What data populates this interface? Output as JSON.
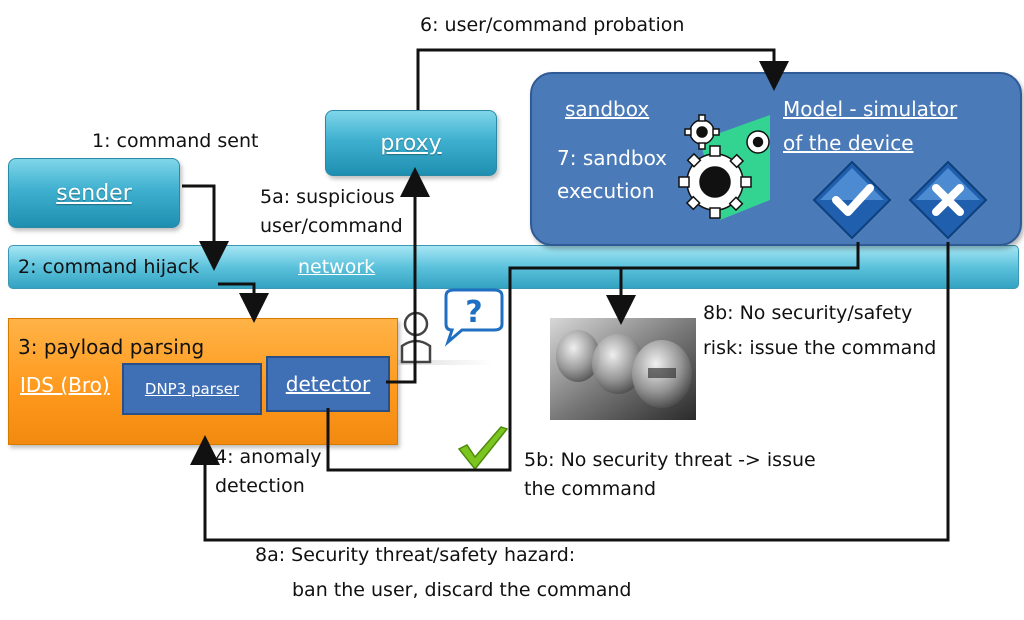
{
  "nodes": {
    "sender": "sender",
    "proxy": "proxy",
    "network": "network",
    "sandbox_title": "sandbox",
    "model_line1": "Model - simulator",
    "model_line2": "of the device",
    "sandbox_exec_line1": "7: sandbox",
    "sandbox_exec_line2": "execution",
    "ids_title": "3: payload parsing",
    "ids_name": "IDS (Bro)",
    "dnp3_parser": "DNP3 parser",
    "detector": "detector"
  },
  "steps": {
    "s1": "1: command sent",
    "s2": "2: command hijack",
    "s4_line1": "4: anomaly",
    "s4_line2": "detection",
    "s5a_line1": "5a: suspicious",
    "s5a_line2": "user/command",
    "s5b_line1": "5b: No security threat -> issue",
    "s5b_line2": "the command",
    "s6": "6: user/command probation",
    "s8a_line1": "8a: Security threat/safety hazard:",
    "s8a_line2": "ban the user, discard the command",
    "s8b_line1": "8b: No security/safety",
    "s8b_line2": "risk: issue the command"
  },
  "colors": {
    "teal": "#3fb0cf",
    "orange": "#ff9a1e",
    "sandbox_blue": "#4a7ab8",
    "inner_blue": "#3f6fb5",
    "check_green": "#7cc520",
    "approve_blue": "#2a6fc2",
    "reject_blue": "#2a6fc2"
  },
  "icons": {
    "gears": "gears-icon",
    "approve": "check-diamond-icon",
    "reject": "x-diamond-icon",
    "user_question": "user-question-icon",
    "checkmark": "green-check-icon",
    "device": "meter-device-photo"
  }
}
